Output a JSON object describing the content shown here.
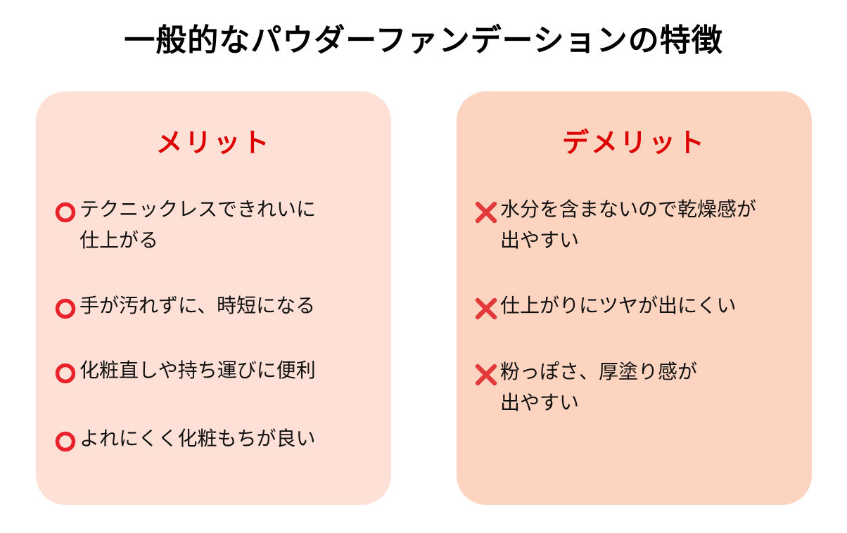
{
  "title": "一般的なパウダーファンデーションの特徴",
  "colors": {
    "merit_panel_bg": "#fee0d6",
    "demerit_panel_bg": "#fdd4c0",
    "heading_red": "#dd0000",
    "circle_mark": "#e8232b",
    "cross_mark": "#e23a3a"
  },
  "merit": {
    "heading": "メリット",
    "mark_icon": "red-circle-icon",
    "items": [
      {
        "lines": [
          "テクニックレスできれいに",
          "仕上がる"
        ]
      },
      {
        "lines": [
          "手が汚れずに、時短になる"
        ]
      },
      {
        "lines": [
          "化粧直しや持ち運びに便利"
        ]
      },
      {
        "lines": [
          "よれにくく化粧もちが良い"
        ]
      }
    ]
  },
  "demerit": {
    "heading": "デメリット",
    "mark_icon": "red-cross-icon",
    "items": [
      {
        "lines": [
          "水分を含まないので乾燥感が",
          "出やすい"
        ]
      },
      {
        "lines": [
          "仕上がりにツヤが出にくい"
        ]
      },
      {
        "lines": [
          "粉っぽさ、厚塗り感が",
          "出やすい"
        ]
      }
    ]
  }
}
